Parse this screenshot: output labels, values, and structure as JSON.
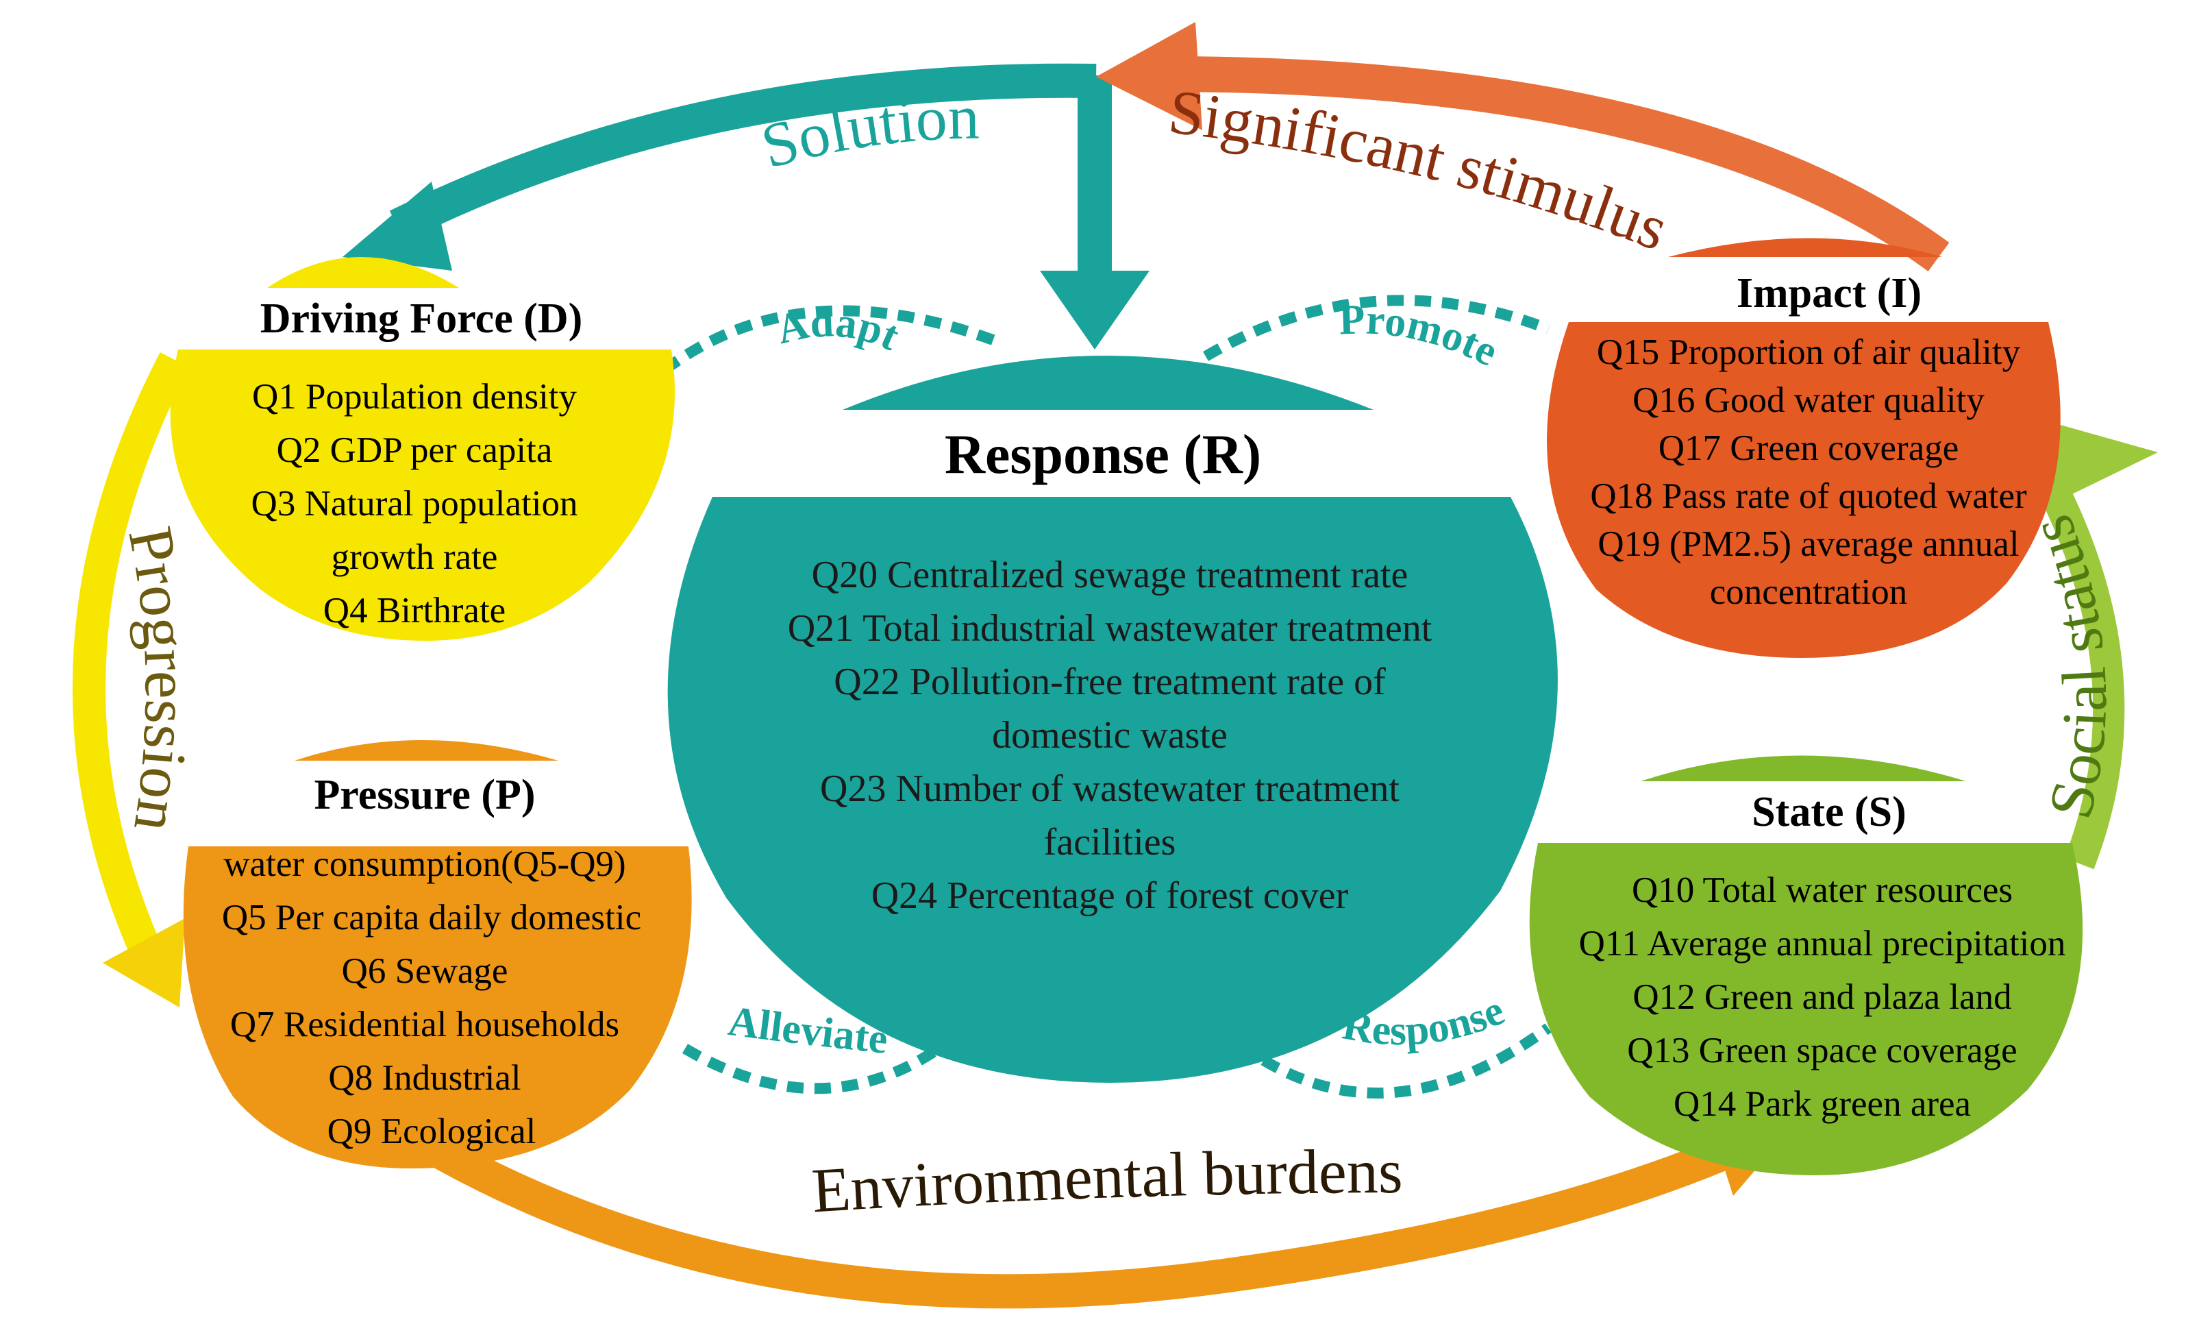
{
  "colors": {
    "teal": "#1aa39a",
    "yellow": "#f7e600",
    "orange": "#ee9616",
    "red_orange": "#e35a23",
    "arrow_red": "#e8703a",
    "green": "#82b92b",
    "light_green": "#9cc83c"
  },
  "driving_force": {
    "title": "Driving Force (D)",
    "items": [
      "Q1 Population density",
      "Q2 GDP per capita",
      "Q3 Natural population",
      "growth rate",
      "Q4 Birthrate"
    ]
  },
  "pressure": {
    "title": "Pressure (P)",
    "items": [
      "water consumption(Q5-Q9)",
      "Q5 Per capita daily domestic",
      "Q6 Sewage",
      "Q7 Residential households",
      "Q8 Industrial",
      "Q9 Ecological"
    ]
  },
  "response": {
    "title": "Response (R)",
    "items": [
      "Q20 Centralized sewage treatment rate",
      "Q21 Total industrial wastewater treatment",
      "Q22 Pollution-free treatment rate of",
      "domestic waste",
      "Q23 Number of wastewater treatment",
      "facilities",
      "Q24 Percentage of forest cover"
    ]
  },
  "impact": {
    "title": "Impact (I)",
    "items": [
      "Q15 Proportion of  air quality",
      "Q16 Good water quality",
      "Q17 Green coverage",
      "Q18 Pass rate of quoted water",
      "Q19 (PM2.5) average annual",
      "concentration"
    ]
  },
  "state": {
    "title": "State (S)",
    "items": [
      "Q10 Total water resources",
      "Q11 Average annual precipitation",
      "Q12 Green and plaza land",
      "Q13 Green space coverage",
      "Q14 Park green area"
    ]
  },
  "links": {
    "solution": "Solution",
    "significant_stimulus": "Significant stimulus",
    "progression": "Progression",
    "social_status": "Social status",
    "environmental_burdens": "Environmental burdens",
    "adapt": "Adapt",
    "promote": "Promote",
    "alleviate": "Alleviate",
    "response": "Response"
  }
}
